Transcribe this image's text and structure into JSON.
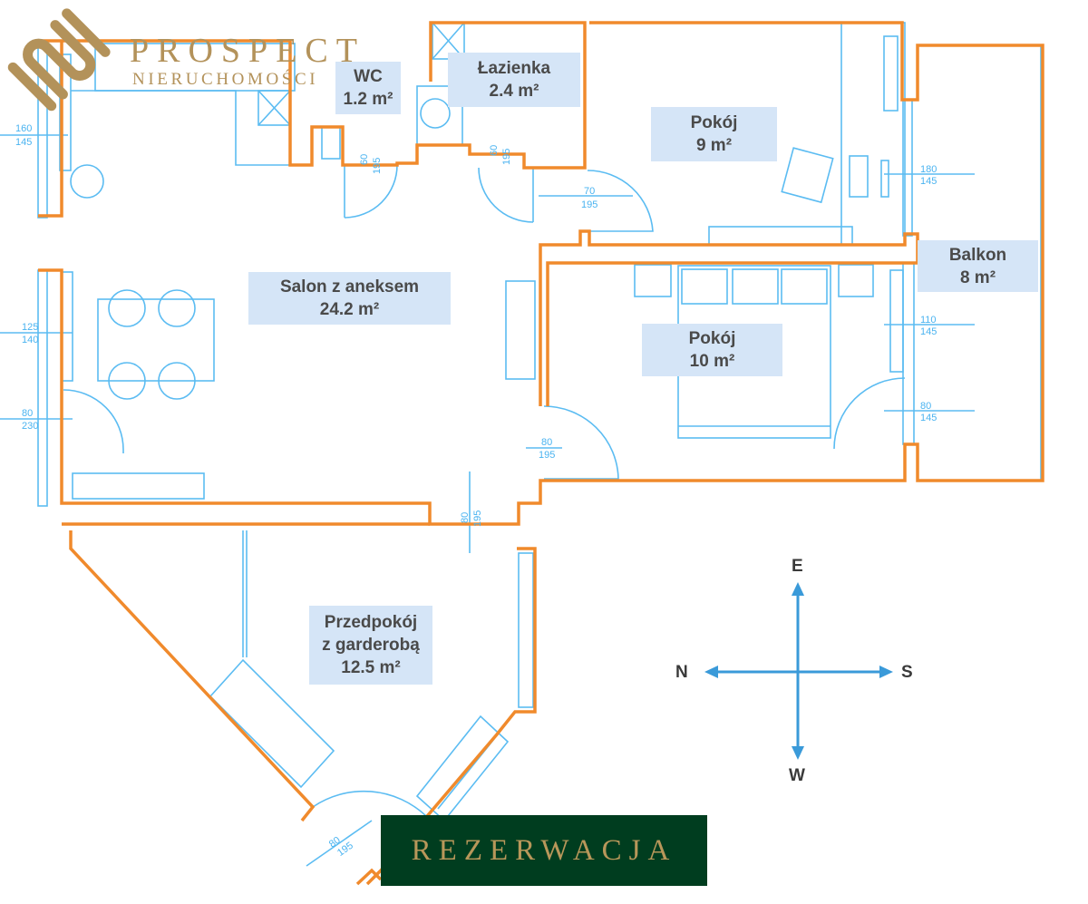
{
  "logo": {
    "title": "PROSPECT",
    "subtitle": "NIERUCHOMOŚCI"
  },
  "rooms": [
    {
      "name": "WC",
      "area": "1.2 m²"
    },
    {
      "name": "Łazienka",
      "area": "2.4 m²"
    },
    {
      "name": "Pokój",
      "area": "9 m²"
    },
    {
      "name": "Salon z aneksem",
      "area": "24.2 m²"
    },
    {
      "name": "Balkon",
      "area": "8 m²"
    },
    {
      "name": "Pokój",
      "area": "10 m²"
    },
    {
      "name": "Przedpokój",
      "name2": "z garderobą",
      "area": "12.5 m²"
    }
  ],
  "dimensions": [
    {
      "w": "160",
      "h": "145"
    },
    {
      "w": "125",
      "h": "140"
    },
    {
      "w": "80",
      "h": "230"
    },
    {
      "w": "60",
      "h": "195"
    },
    {
      "w": "60",
      "h": "195"
    },
    {
      "w": "70",
      "h": "195"
    },
    {
      "w": "180",
      "h": "145"
    },
    {
      "w": "110",
      "h": "145"
    },
    {
      "w": "80",
      "h": "145"
    },
    {
      "w": "80",
      "h": "195"
    },
    {
      "w": "80",
      "h": "195"
    },
    {
      "w": "80",
      "h": "195"
    }
  ],
  "compass": {
    "north": "N",
    "south": "S",
    "east": "E",
    "west": "W"
  },
  "status_banner": "REZERWACJA",
  "colors": {
    "wall": "#f08a2c",
    "furniture": "#5bbcf2",
    "label_bg": "#d5e5f7",
    "banner_bg": "#003d1f",
    "gold": "#b3925a",
    "compass": "#3a9ad9"
  }
}
